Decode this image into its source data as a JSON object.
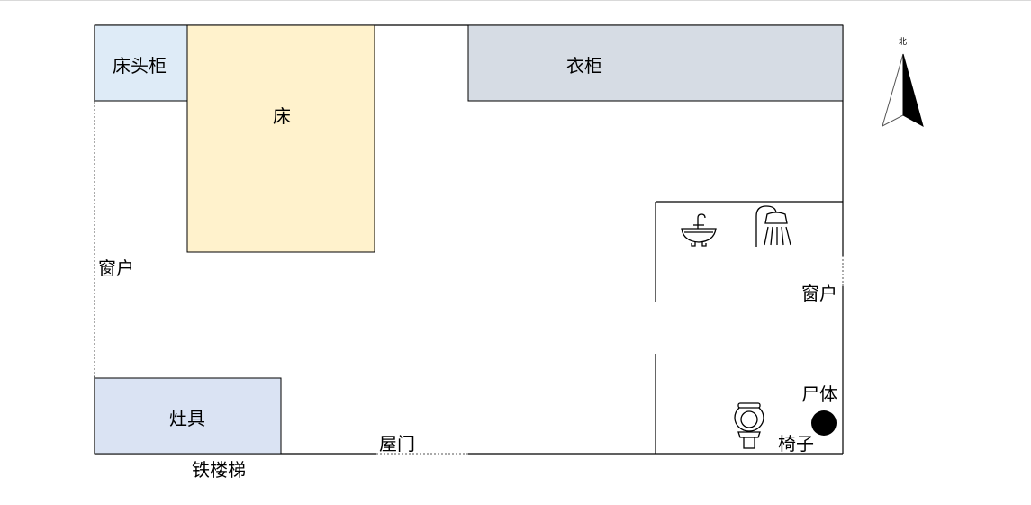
{
  "floorplan": {
    "rooms": {
      "nightstand": "床头柜",
      "bed": "床",
      "wardrobe": "衣柜",
      "stove": "灶具"
    },
    "labels": {
      "window_west": "窗户",
      "window_bath": "窗户",
      "door": "屋门",
      "stairs": "铁楼梯",
      "body": "尸体",
      "chair": "椅子",
      "north": "北"
    },
    "colors": {
      "nightstand": "#deebf7",
      "bed": "#fff2cc",
      "wardrobe": "#d6dce4",
      "stove": "#dae3f3",
      "wall": "#000000"
    },
    "icons": [
      "sink-icon",
      "shower-icon",
      "toilet-icon",
      "chair-icon",
      "compass-icon"
    ]
  }
}
